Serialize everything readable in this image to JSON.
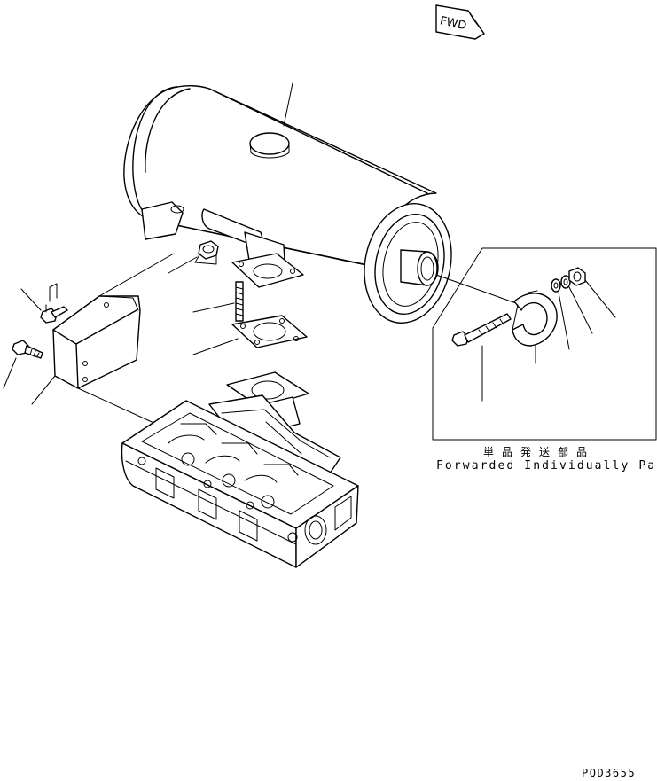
{
  "direction_marker": {
    "label": "FWD"
  },
  "inset": {
    "caption_jp": "単品発送部品",
    "caption_en": "Forwarded Individually Parts"
  },
  "drawing_number": "PQD3655",
  "colors": {
    "ink": "#000000",
    "paper": "#ffffff"
  },
  "parts": [
    "muffler",
    "muffler-mount-bracket",
    "bracket-flange-bolt",
    "bracket-bolt",
    "flange-nut",
    "stud-bolt",
    "gasket",
    "cylinder-head",
    "clamp-bolt",
    "tail-pipe-clamp",
    "washer",
    "clamp-nut"
  ]
}
